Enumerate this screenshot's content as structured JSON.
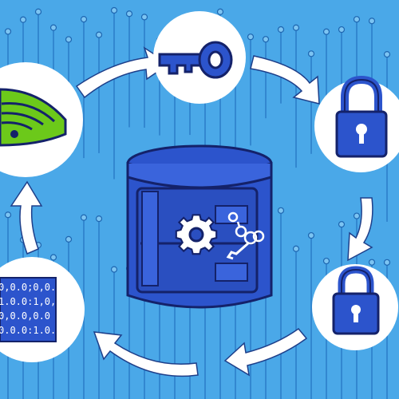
{
  "colors": {
    "background": "#4aa8e8",
    "circuit": "#2a7cc8",
    "node_fill": "#7cc4f2",
    "node_stroke": "#1e66b0",
    "icon_blue": "#2c54cc",
    "icon_outline": "#14226a",
    "wifi_green": "#6cc91a",
    "circle_fill": "#ffffff",
    "arrow_fill": "#ffffff"
  },
  "binary_panel": {
    "lines": [
      "0,0.0;0,0.",
      "1.0.0:1,0,",
      "0,0.0,0.0",
      "0.0.0:1.0."
    ]
  },
  "icons": [
    "wifi-icon",
    "key-icon",
    "lock-icon",
    "lock-icon",
    "binary-data-icon",
    "database-server-icon",
    "gear-icon",
    "chain-key-icon"
  ]
}
